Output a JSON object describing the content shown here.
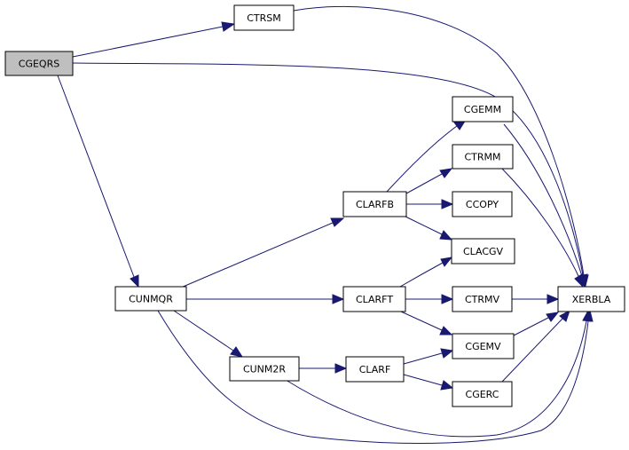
{
  "nodes": {
    "cgeqrs": "CGEQRS",
    "ctrsm": "CTRSM",
    "cunmqr": "CUNMQR",
    "cunm2r": "CUNM2R",
    "clarfb": "CLARFB",
    "clarft": "CLARFT",
    "clarf": "CLARF",
    "cgemm": "CGEMM",
    "ctrmm": "CTRMM",
    "ccopy": "CCOPY",
    "clacgv": "CLACGV",
    "ctrmv": "CTRMV",
    "cgemv": "CGEMV",
    "cgerc": "CGERC",
    "xerbla": "XERBLA"
  },
  "colors": {
    "edge": "#191970",
    "root_fill": "#bfbfbf",
    "node_fill": "#ffffff"
  }
}
